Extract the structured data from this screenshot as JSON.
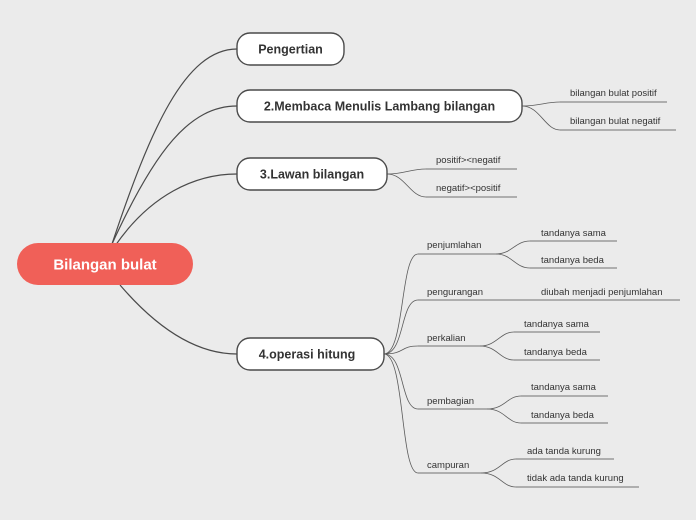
{
  "root": {
    "label": "Bilangan bulat",
    "color": "#f06058"
  },
  "topics": {
    "t1": {
      "label": "Pengertian"
    },
    "t2": {
      "label": "2.Membaca Menulis Lambang bilangan",
      "children": [
        "bilangan bulat positif",
        "bilangan bulat negatif"
      ]
    },
    "t3": {
      "label": "3.Lawan bilangan",
      "children": [
        "positif><negatif",
        "negatif><positif"
      ]
    },
    "t4": {
      "label": "4.operasi hitung",
      "children": {
        "penjumlahan": {
          "label": "penjumlahan",
          "children": [
            "tandanya sama",
            "tandanya beda"
          ]
        },
        "pengurangan": {
          "label": "pengurangan",
          "children": [
            "diubah menjadi penjumlahan"
          ]
        },
        "perkalian": {
          "label": "perkalian",
          "children": [
            "tandanya sama",
            "tandanya beda"
          ]
        },
        "pembagian": {
          "label": "pembagian",
          "children": [
            "tandanya sama",
            "tandanya beda"
          ]
        },
        "campuran": {
          "label": "campuran",
          "children": [
            "ada tanda kurung",
            "tidak ada tanda kurung"
          ]
        }
      }
    }
  }
}
